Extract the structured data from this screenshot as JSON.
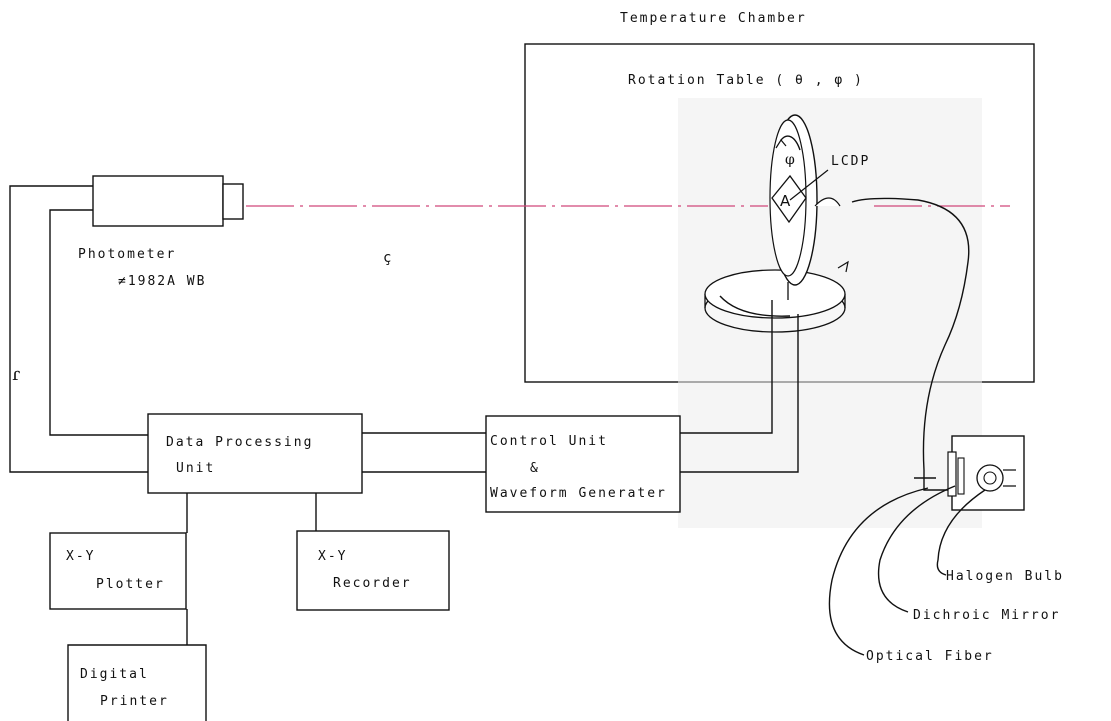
{
  "chamber": {
    "title": "Temperature Chamber",
    "table_label": "Rotation Table ( θ ,  φ )",
    "lcdp_label": "LCDP",
    "panel_letter": "A"
  },
  "photometer": {
    "label": "Photometer",
    "model": "≠1982A WB"
  },
  "units": {
    "data_processing_line1": "Data Processing",
    "data_processing_line2": "Unit",
    "control_line1": "Control Unit",
    "control_line2": "&",
    "control_line3": "Waveform Generater",
    "plotter_line1": "X-Y",
    "plotter_line2": "Plotter",
    "recorder_line1": "X-Y",
    "recorder_line2": "Recorder",
    "printer_line1": "Digital",
    "printer_line2": "Printer"
  },
  "light_source": {
    "halogen_bulb": "Halogen Bulb",
    "dichroic_mirror": "Dichroic Mirror",
    "optical_fiber": "Optical Fiber"
  },
  "colors": {
    "beam": "#d0487a",
    "line": "#111111",
    "shade": "#ececec"
  }
}
